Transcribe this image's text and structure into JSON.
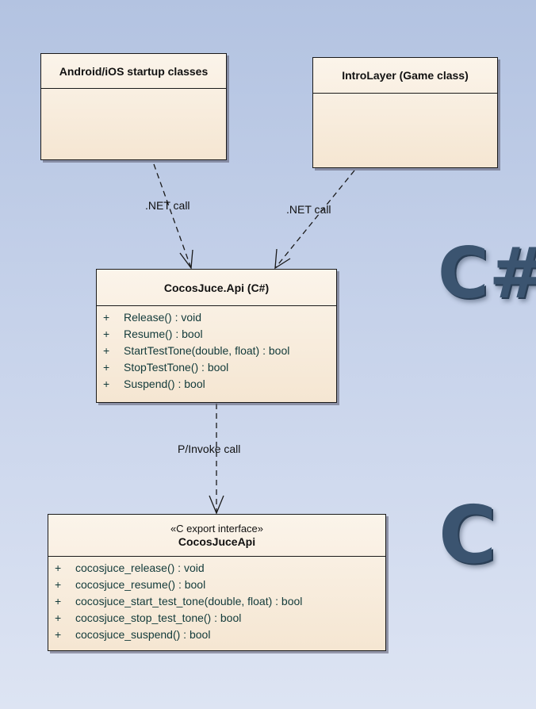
{
  "boxes": {
    "startup": {
      "title": "Android/iOS startup classes"
    },
    "intro": {
      "title": "IntroLayer (Game class)"
    },
    "api": {
      "title": "CocosJuce.Api (C#)",
      "operations": [
        {
          "vis": "+",
          "sig": "Release() : void"
        },
        {
          "vis": "+",
          "sig": "Resume() : bool"
        },
        {
          "vis": "+",
          "sig": "StartTestTone(double, float) : bool"
        },
        {
          "vis": "+",
          "sig": "StopTestTone() : bool"
        },
        {
          "vis": "+",
          "sig": "Suspend() : bool"
        }
      ]
    },
    "capi": {
      "stereotype": "«C export interface»",
      "title": "CocosJuceApi",
      "operations": [
        {
          "vis": "+",
          "sig": "cocosjuce_release() : void"
        },
        {
          "vis": "+",
          "sig": "cocosjuce_resume() : bool"
        },
        {
          "vis": "+",
          "sig": "cocosjuce_start_test_tone(double, float) : bool"
        },
        {
          "vis": "+",
          "sig": "cocosjuce_stop_test_tone() : bool"
        },
        {
          "vis": "+",
          "sig": "cocosjuce_suspend() : bool"
        }
      ]
    }
  },
  "edges": {
    "startup_to_api": ".NET call",
    "intro_to_api": ".NET call",
    "api_to_capi": "P/Invoke call"
  },
  "languages": {
    "csharp": "C#",
    "c": "C"
  }
}
